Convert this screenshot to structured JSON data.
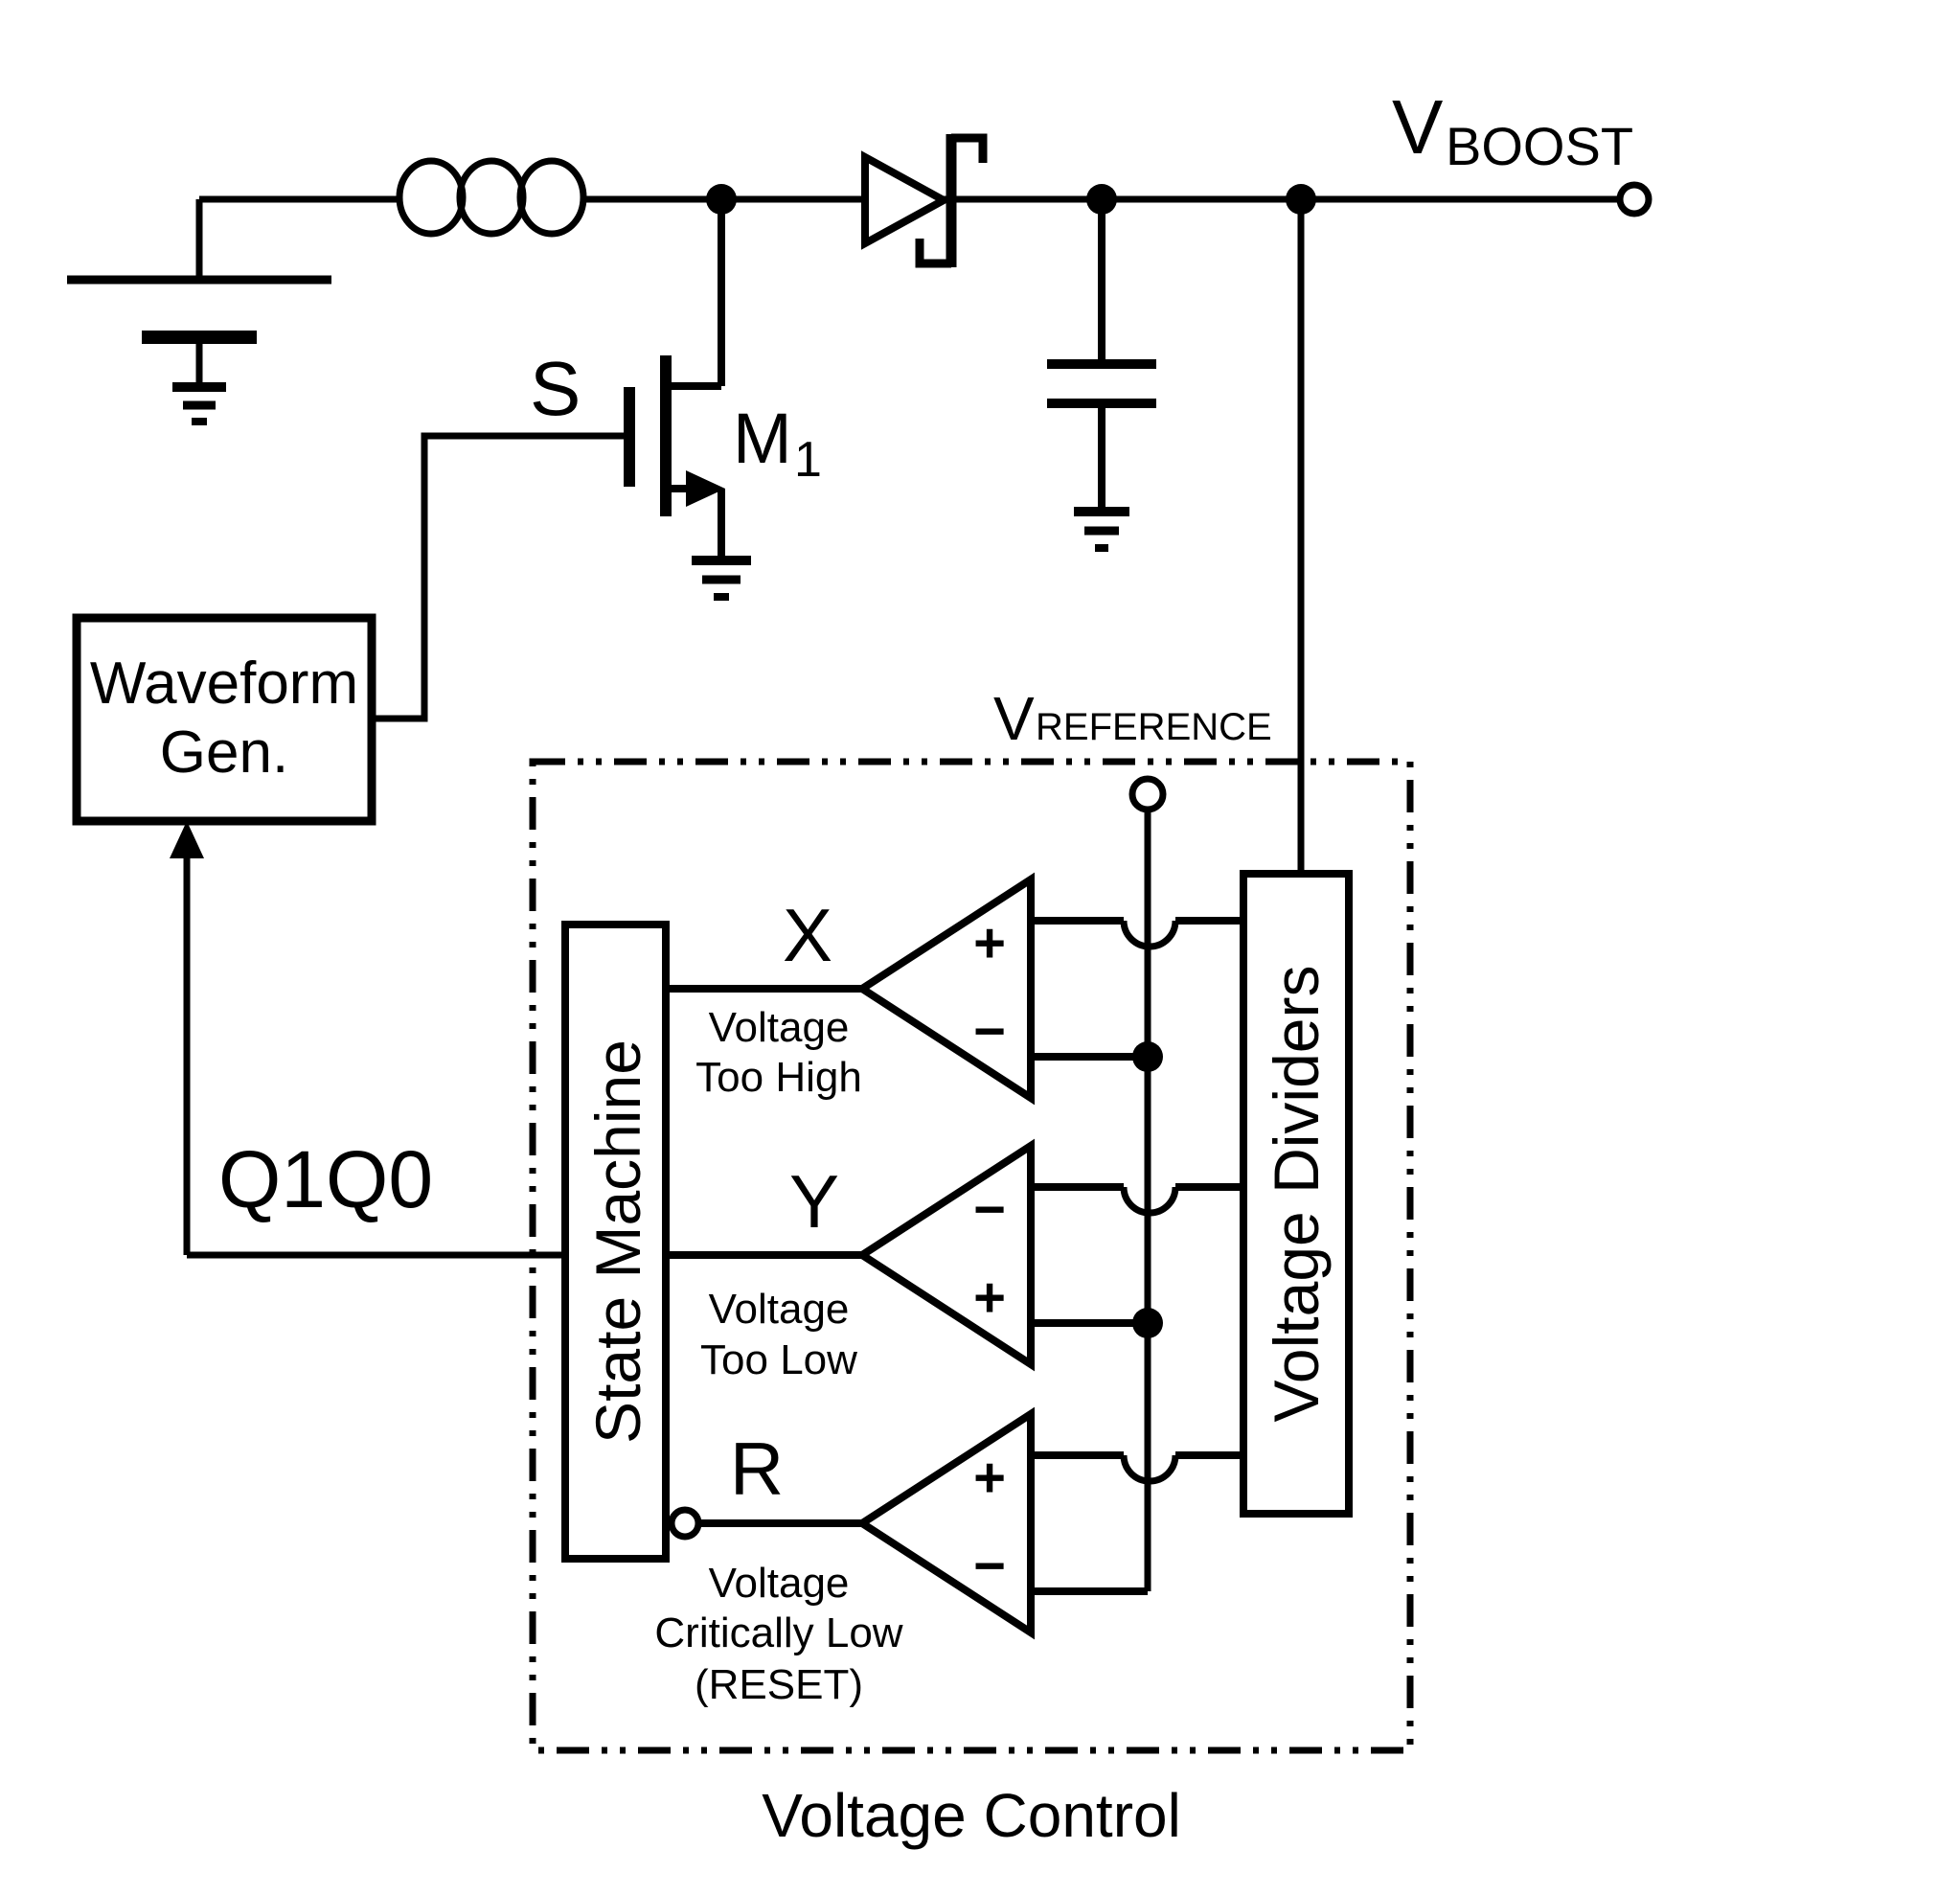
{
  "page": {
    "background": "#ffffff",
    "line_color": "#000000"
  },
  "power_stage": {
    "vboost_label": {
      "main": "V",
      "sub": "BOOST"
    },
    "mosfet_label": {
      "main": "M",
      "sub": "1"
    },
    "gate_signal_label": "S"
  },
  "waveform_gen": {
    "line1": "Waveform",
    "line2": "Gen."
  },
  "feedback": {
    "bus_label": "Q1Q0"
  },
  "voltage_control": {
    "title": "Voltage Control",
    "state_machine_label": "State Machine",
    "voltage_dividers_label": "Voltage Dividers",
    "vreference_label": {
      "main": "V",
      "sub": "REFERENCE"
    },
    "comparators": [
      {
        "output": "X",
        "caption": [
          "Voltage",
          "Too High"
        ],
        "top_input": "+",
        "bottom_input": "−"
      },
      {
        "output": "Y",
        "caption": [
          "Voltage",
          "Too Low"
        ],
        "top_input": "−",
        "bottom_input": "+"
      },
      {
        "output": "R",
        "caption": [
          "Voltage",
          "Critically Low",
          "(RESET)"
        ],
        "top_input": "+",
        "bottom_input": "−"
      }
    ]
  }
}
